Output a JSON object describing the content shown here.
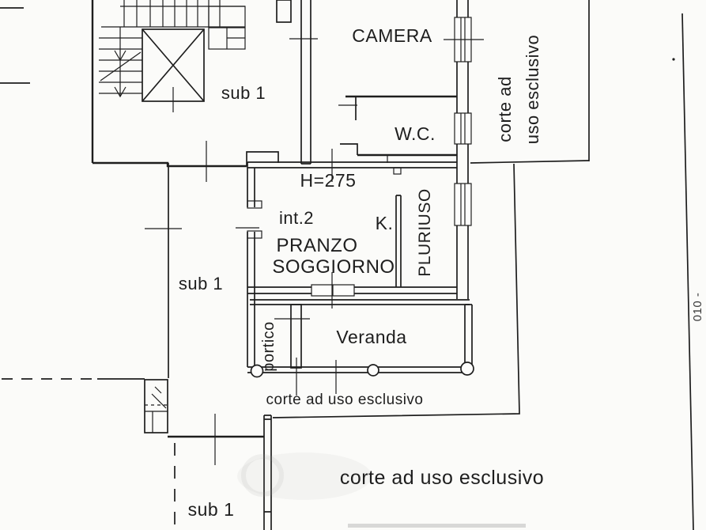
{
  "plan": {
    "rooms": {
      "camera": "CAMERA",
      "wc": "W.C.",
      "kitchen": "K.",
      "pranzo": "PRANZO",
      "soggiorno": "SOGGIORNO",
      "pluriuso": "PLURIUSO",
      "veranda": "Veranda",
      "portico": "portico"
    },
    "annotations": {
      "sub1_stairwell": "sub 1",
      "sub1_corridor": "sub 1",
      "sub1_court": "sub 1",
      "interior_height": "H=275",
      "unit_number": "int.2",
      "corte_right_l1": "corte ad",
      "corte_right_l2": "uso esclusivo",
      "corte_strip": "corte ad uso esclusivo",
      "corte_bottom": "corte ad uso esclusivo",
      "margin_note": "010 -"
    },
    "colors": {
      "ink": "#1e1e1e",
      "paper": "#fbfbf9"
    }
  }
}
